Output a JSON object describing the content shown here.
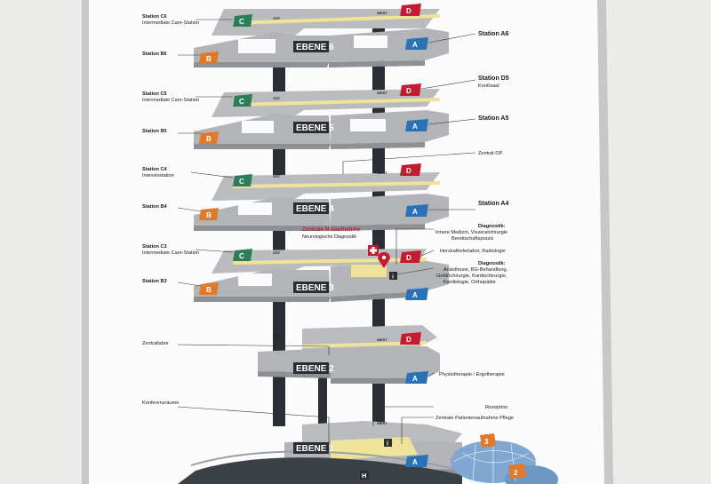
{
  "colors": {
    "wall": "#ebebe9",
    "panel": "#fafafa",
    "frame": "#c9c9c9",
    "floor": "#b5b7ba",
    "floor_dark": "#8d9094",
    "core": "#2a2d33",
    "red": "#c31b2f",
    "blue": "#2a72b8",
    "green": "#2e7d5a",
    "orange": "#e07a2b",
    "path_yellow": "#efe39a",
    "dome": "#7fa7d1"
  },
  "left_labels": [
    {
      "line1": "Station C6",
      "line2": "Intermediate Care-Station"
    },
    {
      "line1": "Station B6",
      "line2": ""
    },
    {
      "line1": "Station C5",
      "line2": "Intermediate Care-Station"
    },
    {
      "line1": "Station B5",
      "line2": ""
    },
    {
      "line1": "Station C4",
      "line2": "Intensivstation"
    },
    {
      "line1": "Station B4",
      "line2": ""
    },
    {
      "line1": "Station C3",
      "line2": "Intermediate Care-Station"
    },
    {
      "line1": "Station B3",
      "line2": ""
    },
    {
      "line1": "Zentrallabor",
      "line2": ""
    },
    {
      "line1": "Konferenzräume",
      "line2": ""
    }
  ],
  "right_labels": [
    {
      "text": "Station A6"
    },
    {
      "text": "Station D5",
      "sub": "Kreißsaal"
    },
    {
      "text": "Station A5"
    },
    {
      "text": "Zentral-OP"
    },
    {
      "text": "Station A4"
    },
    {
      "text": "Diagnostik:",
      "lines": [
        "Innere Medizin, Viszeralchirurgie",
        "Bereitschaftspraxis"
      ]
    },
    {
      "text": "Herzkatheterlabor, Radiologie"
    },
    {
      "text": "Diagnostik:",
      "lines": [
        "Anästhesie, BG-Behandlung,",
        "Gefäßchirurgie, Kardiochirurgie,",
        "Kardiologie, Orthopädie"
      ]
    },
    {
      "text": "Physiotherapie / Ergotherapie"
    },
    {
      "text": "Rezeption"
    },
    {
      "text": "Zentrale Patientenaufnahme Pflege"
    }
  ],
  "levels": [
    "EBENE 6",
    "EBENE 5",
    "EBENE 4",
    "EBENE 3",
    "EBENE 2",
    "EBENE 1"
  ],
  "emergency": {
    "title": "Zentrale Notaufnahme",
    "subtitle": "Neurologische Diagnostik"
  },
  "wing_letters": {
    "a": "A",
    "b": "B",
    "c": "C",
    "d": "D"
  },
  "direction_labels": {
    "east": "OST",
    "west": "WEST"
  },
  "domes": [
    "3",
    "2"
  ],
  "h_label": "H"
}
